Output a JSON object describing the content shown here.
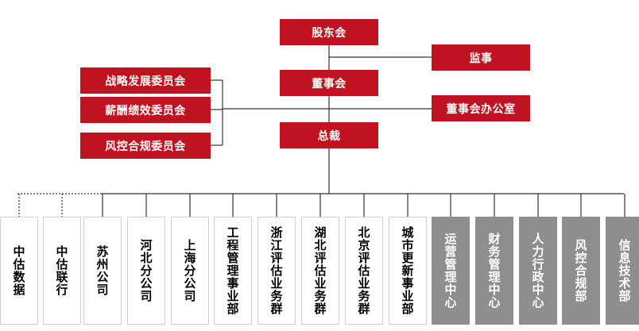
{
  "colors": {
    "primary_red": "#c0121f",
    "gray": "#8e8e8e",
    "line": "#333333"
  },
  "top": {
    "shareholders": "股东会",
    "supervisor": "监事",
    "board": "董事会",
    "board_office": "董事会办公室",
    "president": "总裁"
  },
  "committees": [
    "战略发展委员会",
    "薪酬绩效委员会",
    "风控合规委员会"
  ],
  "departments": [
    {
      "label": "中估数据",
      "style": "white",
      "link": "dotted"
    },
    {
      "label": "中估联行",
      "style": "white",
      "link": "dotted"
    },
    {
      "label": "苏州公司",
      "style": "white",
      "link": "solid"
    },
    {
      "label": "河北分公司",
      "style": "white",
      "link": "solid"
    },
    {
      "label": "上海分公司",
      "style": "white",
      "link": "solid"
    },
    {
      "label": "工程管理事业部",
      "style": "white",
      "link": "solid"
    },
    {
      "label": "浙江评估业务群",
      "style": "white",
      "link": "solid"
    },
    {
      "label": "湖北评估业务群",
      "style": "white",
      "link": "solid"
    },
    {
      "label": "北京评估业务群",
      "style": "white",
      "link": "solid"
    },
    {
      "label": "城市更新事业部",
      "style": "white",
      "link": "solid"
    },
    {
      "label": "运营管理中心",
      "style": "gray",
      "link": "solid"
    },
    {
      "label": "财务管理中心",
      "style": "gray",
      "link": "solid"
    },
    {
      "label": "人力行政中心",
      "style": "gray",
      "link": "solid"
    },
    {
      "label": "风控合规部",
      "style": "gray",
      "link": "solid"
    },
    {
      "label": "信息技术部",
      "style": "gray",
      "link": "solid"
    }
  ]
}
